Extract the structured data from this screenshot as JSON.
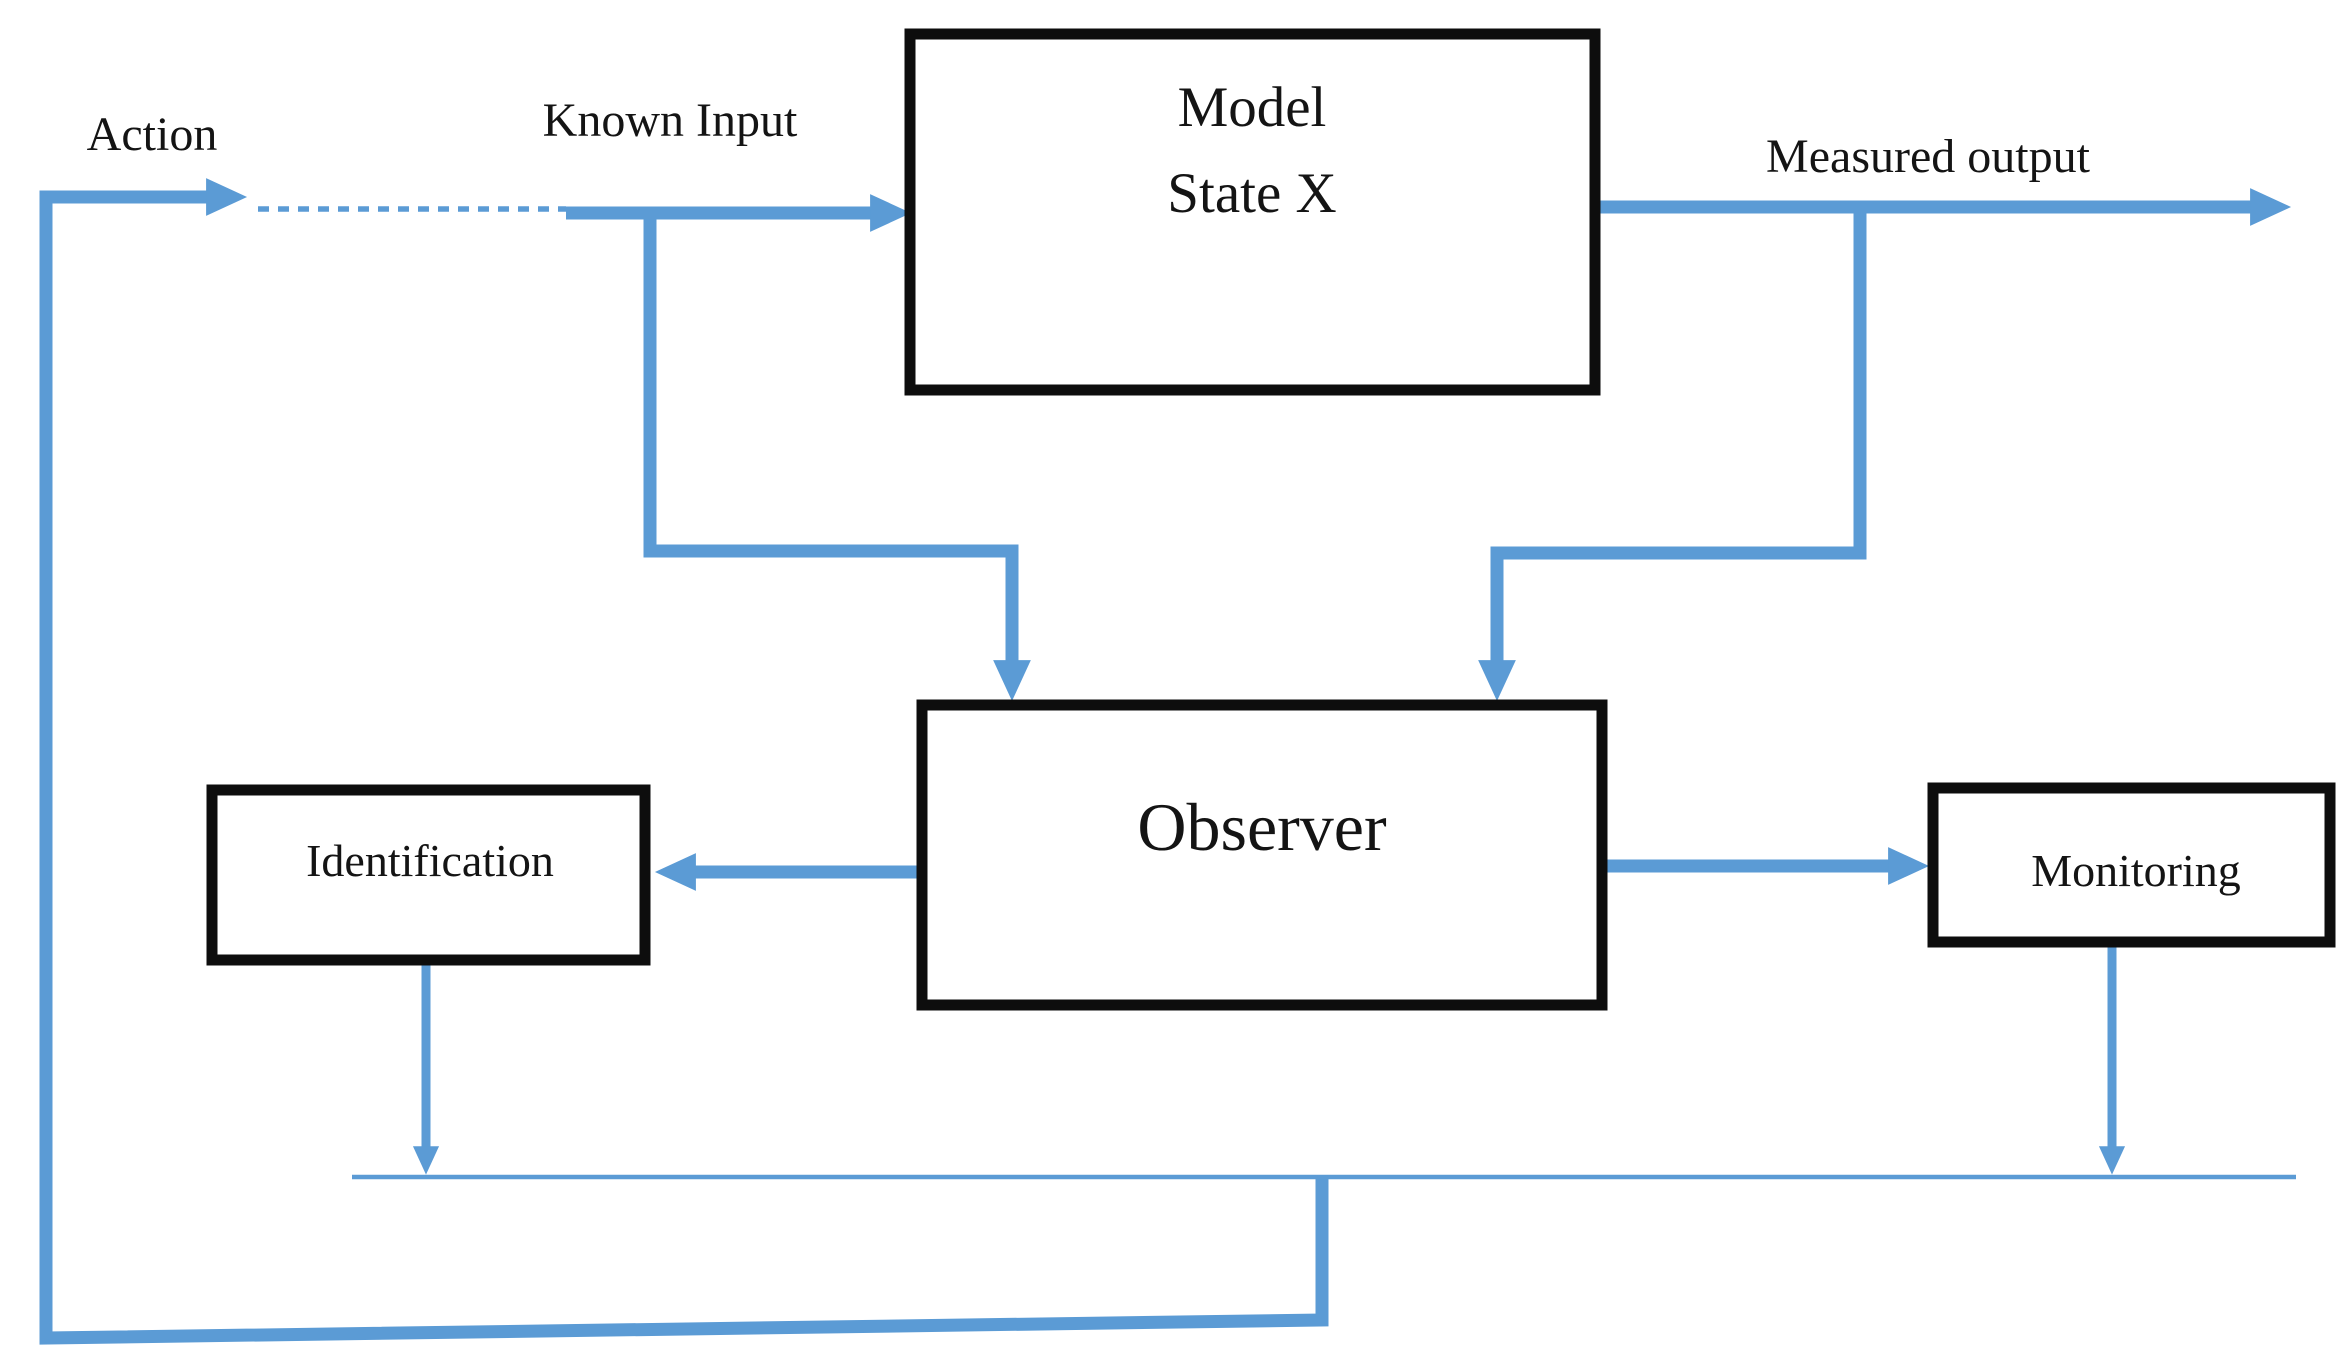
{
  "diagram": {
    "labels": {
      "action": "Action",
      "known_input": "Known Input",
      "measured_output": "Measured output"
    },
    "nodes": {
      "model": {
        "line1": "Model",
        "line2": "State X"
      },
      "observer": {
        "label": "Observer"
      },
      "identification": {
        "label": "Identification"
      },
      "monitoring": {
        "label": "Monitoring"
      }
    },
    "edges": [
      {
        "from": "feedback-collector-line",
        "to": "action-arrow",
        "style": "thick-elbow-loop"
      },
      {
        "from": "action-arrow",
        "to": "known-input-junction",
        "style": "dashed"
      },
      {
        "from": "known-input-junction",
        "to": "model",
        "style": "thick-arrow"
      },
      {
        "from": "known-input-junction",
        "to": "observer",
        "style": "thick-elbow-arrow"
      },
      {
        "from": "model",
        "to": "measured-output",
        "style": "thick-arrow"
      },
      {
        "from": "measured-output",
        "to": "observer",
        "style": "thick-elbow-arrow"
      },
      {
        "from": "observer",
        "to": "identification",
        "style": "thick-arrow"
      },
      {
        "from": "observer",
        "to": "monitoring",
        "style": "thick-arrow"
      },
      {
        "from": "identification",
        "to": "feedback-collector-line",
        "style": "thin-arrow"
      },
      {
        "from": "monitoring",
        "to": "feedback-collector-line",
        "style": "thin-arrow"
      }
    ],
    "colors": {
      "arrow_blue": "#5B9BD5",
      "box_border": "#0d0d0d",
      "label_text": "#141414",
      "background": "#ffffff"
    }
  }
}
